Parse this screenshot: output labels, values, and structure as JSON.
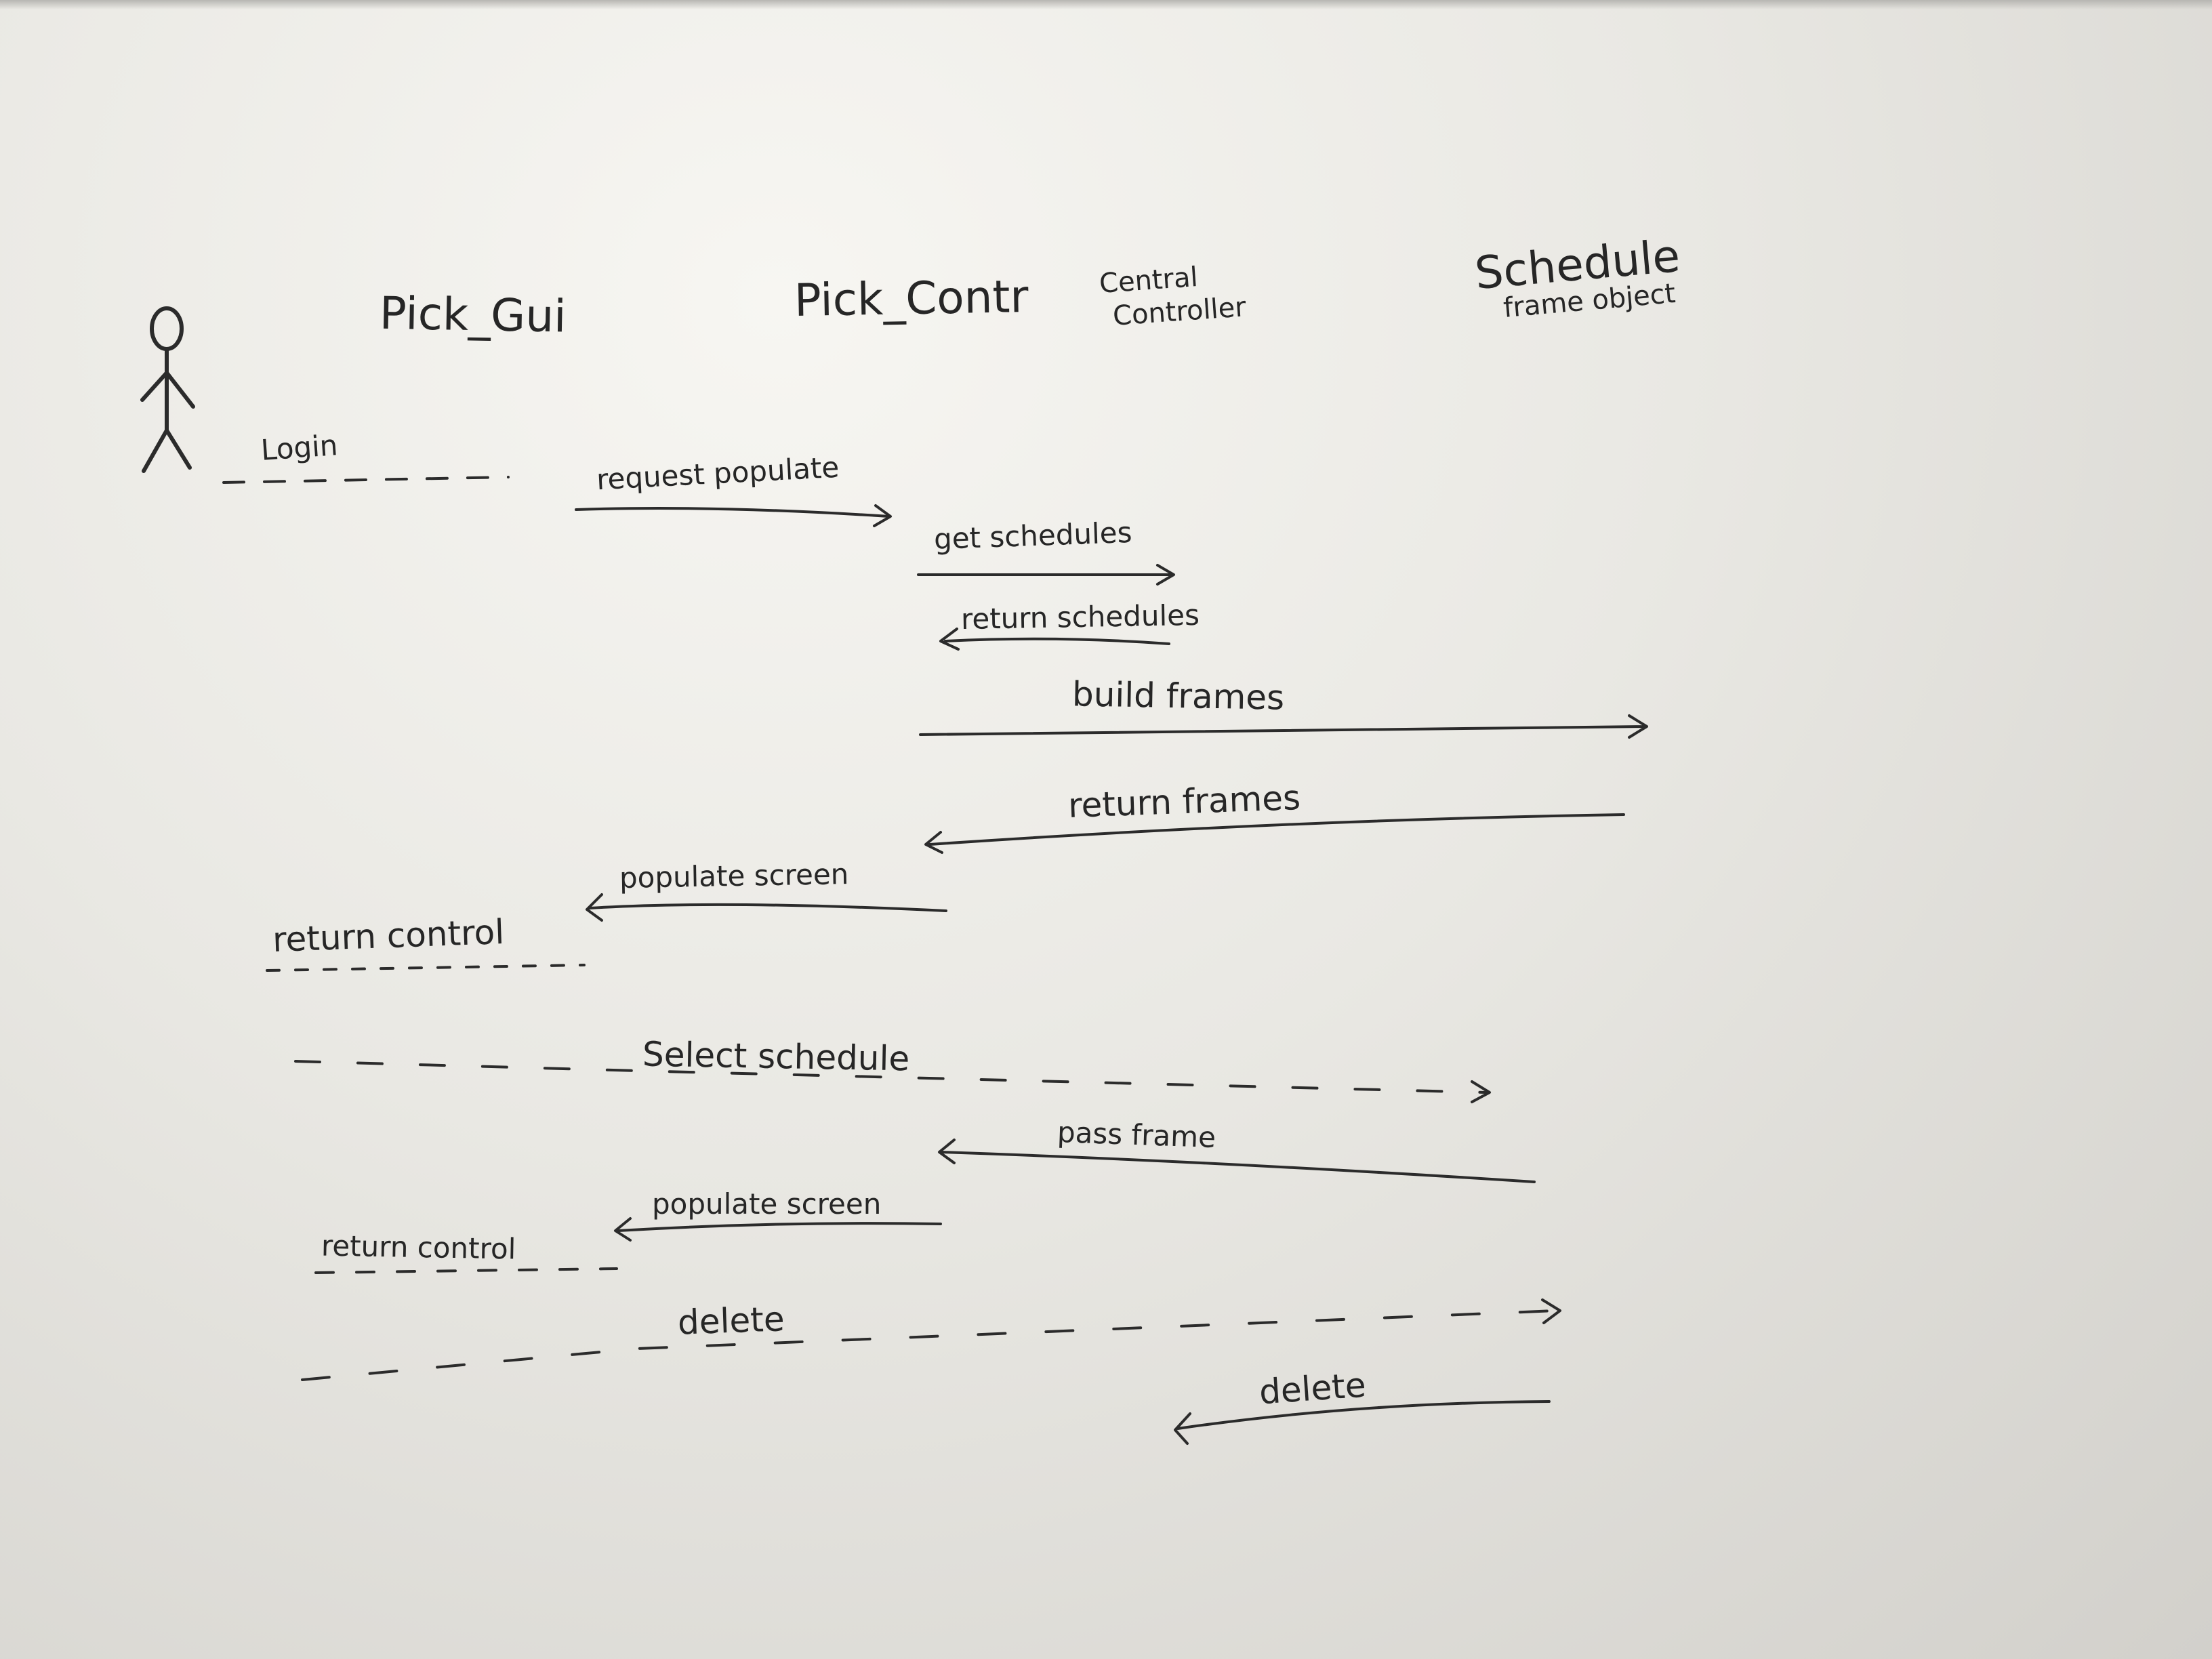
{
  "participants": {
    "actor": {
      "icon": "stick-figure-icon"
    },
    "pick_gui": "Pick_Gui",
    "pick_contr": "Pick_Contr",
    "central_controller": [
      "Central",
      "Controller"
    ],
    "schedule_frame_object": [
      "Schedule",
      "frame object"
    ]
  },
  "messages": {
    "login": "Login",
    "request_populate": "request populate",
    "get_schedules": "get schedules",
    "return_schedules": "return schedules",
    "build_frames": "build frames",
    "return_frames": "return frames",
    "populate_screen_1": "populate screen",
    "return_control_1": "return control",
    "select_schedule": "Select schedule",
    "pass_frame": "pass frame",
    "populate_screen_2": "populate screen",
    "return_control_2": "return control",
    "delete_request": "delete",
    "delete_response": "delete"
  },
  "colors": {
    "board": "#e9e8e3",
    "marker": "#2b2b2b"
  }
}
